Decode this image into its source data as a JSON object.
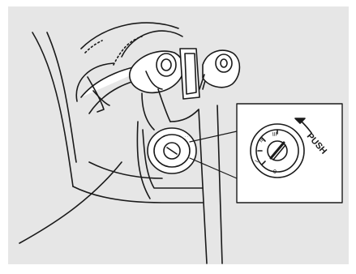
{
  "figure": {
    "description_labels": {
      "push_label": "PUSH",
      "position_0": "0",
      "position_I": "I",
      "position_II": "II",
      "position_III": "III"
    },
    "colors": {
      "background": "#e6e6e6",
      "line": "#1a1a1a",
      "fill": "#ffffff",
      "frame": "#ffffff"
    },
    "icons": [
      "steering-column-icon",
      "ignition-switch-icon",
      "ignition-key-icon",
      "push-arrow-icon"
    ]
  }
}
